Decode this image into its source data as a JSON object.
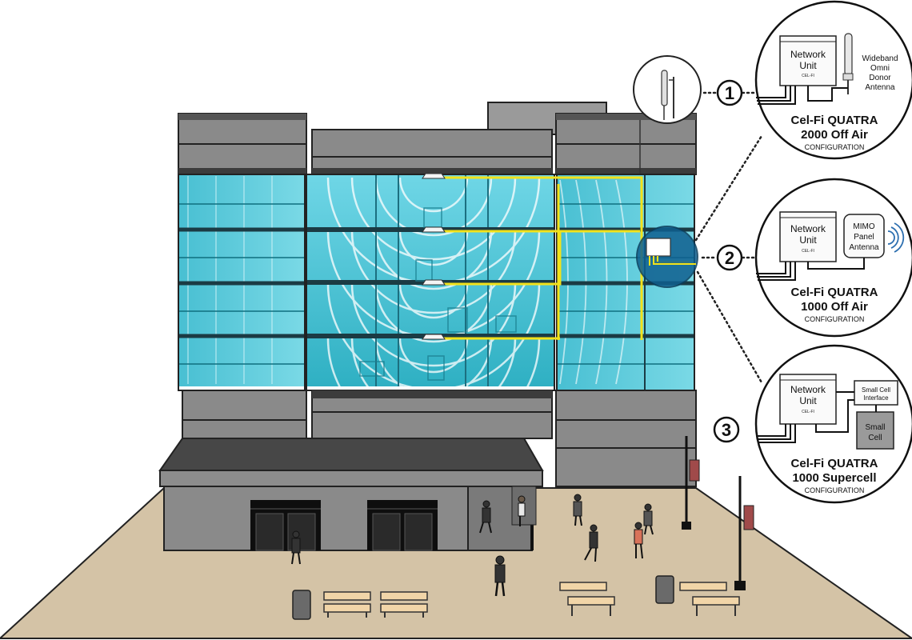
{
  "configs": [
    {
      "number": "1",
      "unit_line1": "Network",
      "unit_line2": "Unit",
      "antenna_line1": "Wideband",
      "antenna_line2": "Omni",
      "antenna_line3": "Donor",
      "antenna_line4": "Antenna",
      "title_line1": "Cel-Fi QUATRA",
      "title_line2": "2000 Off Air",
      "subtitle": "CONFIGURATION"
    },
    {
      "number": "2",
      "unit_line1": "Network",
      "unit_line2": "Unit",
      "antenna_line1": "MIMO",
      "antenna_line2": "Panel",
      "antenna_line3": "Antenna",
      "title_line1": "Cel-Fi QUATRA",
      "title_line2": "1000 Off Air",
      "subtitle": "CONFIGURATION"
    },
    {
      "number": "3",
      "unit_line1": "Network",
      "unit_line2": "Unit",
      "interface_line1": "Small Cell",
      "interface_line2": "Interface",
      "cell_line1": "Small",
      "cell_line2": "Cell",
      "title_line1": "Cel-Fi QUATRA",
      "title_line2": "1000 Supercell",
      "subtitle": "CONFIGURATION"
    }
  ],
  "device_brand": "CEL-FI",
  "colors": {
    "glass": "#4ec9dc",
    "glass_dark": "#2ba5b8",
    "cable": "#f2e21a",
    "highlight_circle": "#0f5f8f",
    "wall": "#8e8e8e",
    "wall_dark": "#5b5b5b",
    "ground": "#d6c4a8"
  }
}
